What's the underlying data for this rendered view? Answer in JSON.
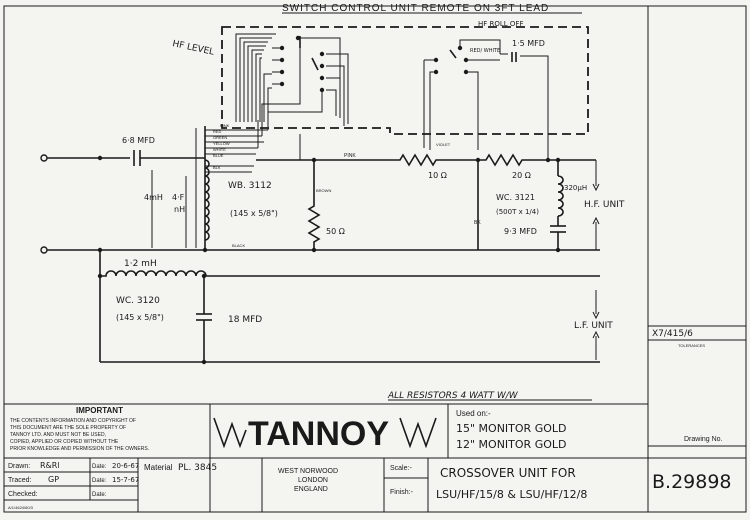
{
  "top_label": "SWITCH CONTROL UNIT REMOTE ON 3FT LEAD",
  "switches": {
    "hf_level": "HF LEVEL",
    "hf_rolloff": "HF ROLL OFF",
    "red_white": "RED/ WHITE"
  },
  "components": {
    "c1": "6·8 MFD",
    "c2": "1·5 MFD",
    "c3": "9·3 MFD",
    "c4": "18 MFD",
    "tx_ref": "WB. 3112",
    "tx_spec": "(145 x 5/8\")",
    "ind_4mh": "4mH",
    "ind_4f": "4·F",
    "ind_4f_unit": "nH",
    "r50": "50 Ω",
    "r10": "10 Ω",
    "r20": "20 Ω",
    "l2_val": "1·2 mH",
    "l2_ref": "WC. 3120",
    "l2_spec": "(145 x 5/8\")",
    "l3_ref": "WC. 3121",
    "l3_spec": "(500T x 1/4)",
    "l3_val": "320μH",
    "hf_unit": "H.F. UNIT",
    "lf_unit": "L.F. UNIT",
    "resistors_note": "ALL RESISTORS 4 WATT W/W"
  },
  "wires": {
    "pink_top": "PINK",
    "pink": "PINK",
    "violet": "VIOLET",
    "brown": "BROWN",
    "black": "BLACK",
    "bk": "BK",
    "red": "RED",
    "green": "GREEN",
    "yellow": "YELLOW",
    "white": "WHITE",
    "blue": "BLUE",
    "blk": "BLK"
  },
  "title_block": {
    "important_title": "IMPORTANT",
    "important_text": [
      "THE CONTENTS INFORMATION AND COPYRIGHT OF",
      "THIS DOCUMENT ARE THE SOLE PROPERTY OF",
      "TANNOY LTD. AND MUST NOT BE USED,",
      "COPIED, APPLIED OR COPIED WITHOUT THE",
      "PRIOR KNOWLEDGE AND PERMISSION OF THE OWNERS."
    ],
    "drawn_label": "Drawn:",
    "drawn_value": "R&Rl",
    "date_label": "Date:",
    "drawn_date": "20-6-67",
    "traced_label": "Traced:",
    "traced_value": "GP",
    "traced_date": "15-7-67",
    "checked_label": "Checked:",
    "checked_date": "Date:",
    "material_label": "Material",
    "material_value": "PL. 3845",
    "logo": "TANNOY",
    "used_on_label": "Used on:-",
    "used_on_1": "15\" MONITOR GOLD",
    "used_on_2": "12\" MONITOR GOLD",
    "address": [
      "WEST NORWOOD",
      "LONDON",
      "ENGLAND"
    ],
    "scale_label": "Scale:-",
    "finish_label": "Finish:-",
    "title_1": "CROSSOVER UNIT FOR",
    "title_2": "LSU/HF/15/8 & LSU/HF/12/8",
    "drawing_no_label": "Drawing No.",
    "drawing_no": "B.29898",
    "side_ref": "X7/415/6",
    "tolerances_label": "TOLERANCES",
    "form_code": "A/1/4624/60/3"
  }
}
